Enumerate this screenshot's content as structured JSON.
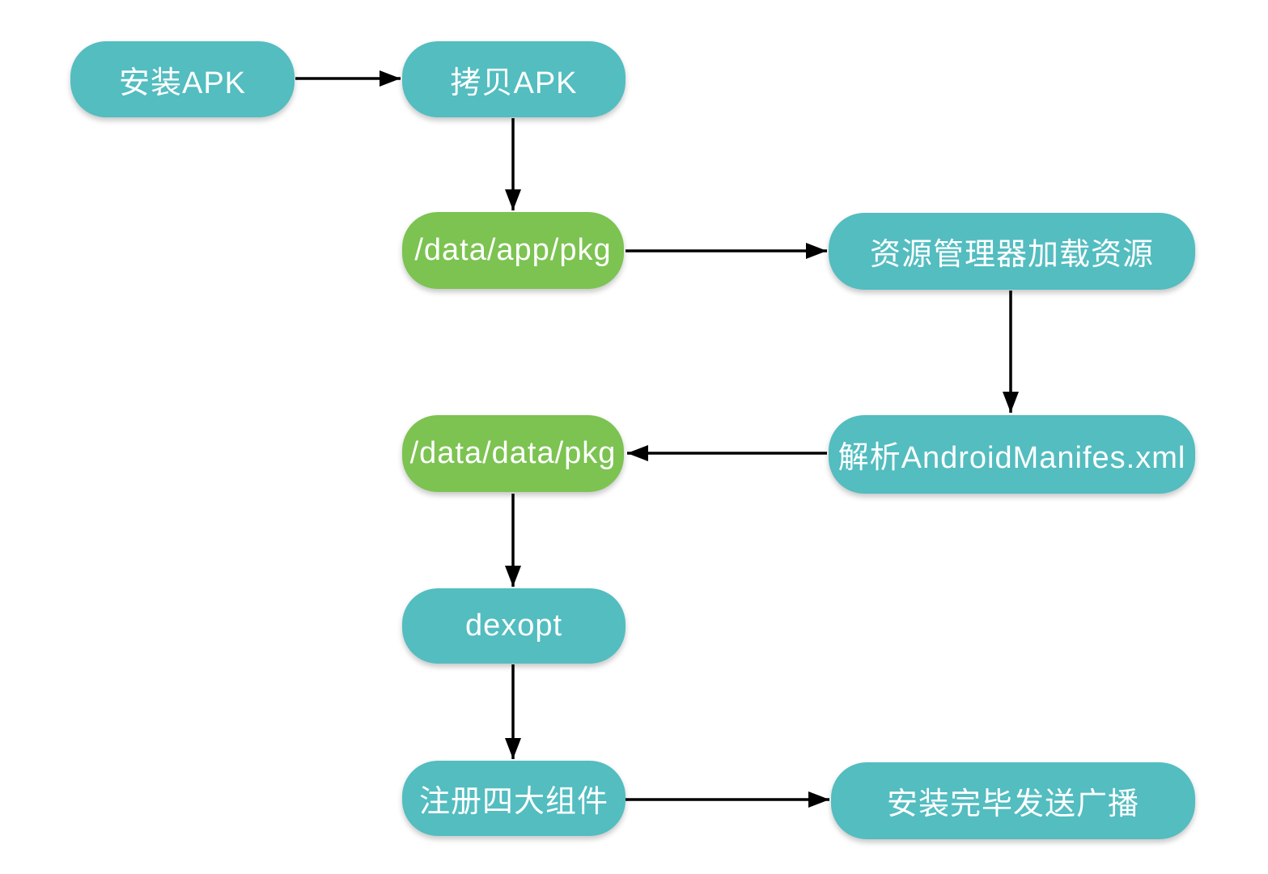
{
  "colors": {
    "node-teal": "#53BDC0",
    "node-green": "#7CC351",
    "arrow": "#000000",
    "label": "#FFFFFF",
    "background": "#FFFFFF"
  },
  "nodes": [
    {
      "id": "install-apk",
      "label": "安装APK",
      "color": "teal"
    },
    {
      "id": "copy-apk",
      "label": "拷贝APK",
      "color": "teal"
    },
    {
      "id": "data-app-pkg",
      "label": "/data/app/pkg",
      "color": "green"
    },
    {
      "id": "resource-manager",
      "label": "资源管理器加载资源",
      "color": "teal"
    },
    {
      "id": "parse-manifest",
      "label": "解析AndroidManifes.xml",
      "color": "teal"
    },
    {
      "id": "data-data-pkg",
      "label": "/data/data/pkg",
      "color": "green"
    },
    {
      "id": "dexopt",
      "label": "dexopt",
      "color": "teal"
    },
    {
      "id": "register-components",
      "label": "注册四大组件",
      "color": "teal"
    },
    {
      "id": "send-broadcast",
      "label": "安装完毕发送广播",
      "color": "teal"
    }
  ],
  "edges": [
    {
      "from": "install-apk",
      "to": "copy-apk"
    },
    {
      "from": "copy-apk",
      "to": "data-app-pkg"
    },
    {
      "from": "data-app-pkg",
      "to": "resource-manager"
    },
    {
      "from": "resource-manager",
      "to": "parse-manifest"
    },
    {
      "from": "parse-manifest",
      "to": "data-data-pkg"
    },
    {
      "from": "data-data-pkg",
      "to": "dexopt"
    },
    {
      "from": "dexopt",
      "to": "register-components"
    },
    {
      "from": "register-components",
      "to": "send-broadcast"
    }
  ]
}
